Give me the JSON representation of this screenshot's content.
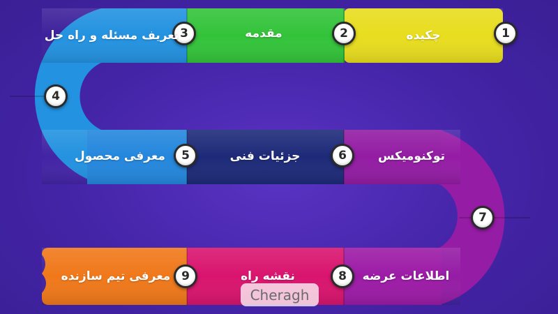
{
  "steps": [
    {
      "number": "1",
      "label": "چکیده",
      "color": "#e8dd1e"
    },
    {
      "number": "2",
      "label": "مقدمه",
      "color": "#33c33a"
    },
    {
      "number": "3",
      "label": "تعریف مسئله و راه حل",
      "color": "#2494e0"
    },
    {
      "number": "4",
      "label": "",
      "color": "#2494e0"
    },
    {
      "number": "5",
      "label": "معرفی محصول",
      "color": "#2487dd"
    },
    {
      "number": "6",
      "label": "جزئیات فنی",
      "color": "#1d2a78"
    },
    {
      "number": "7",
      "label": "توکنومیکس",
      "color": "#931ca3"
    },
    {
      "number": "8",
      "label": "اطلاعات عرضه",
      "color": "#9c1ba6"
    },
    {
      "number": "9",
      "label": "معرفی تیم سازنده",
      "color": "#d9146e"
    }
  ],
  "segment_colors": {
    "row1": [
      "#e8dd1e",
      "#33c33a",
      "#2494e0"
    ],
    "row2": [
      "#2487dd",
      "#1d2a78",
      "#931ca3"
    ],
    "row3": [
      "#9c1ba6",
      "#d9146e",
      "#f0781a"
    ]
  },
  "watermark": "Cheragh"
}
